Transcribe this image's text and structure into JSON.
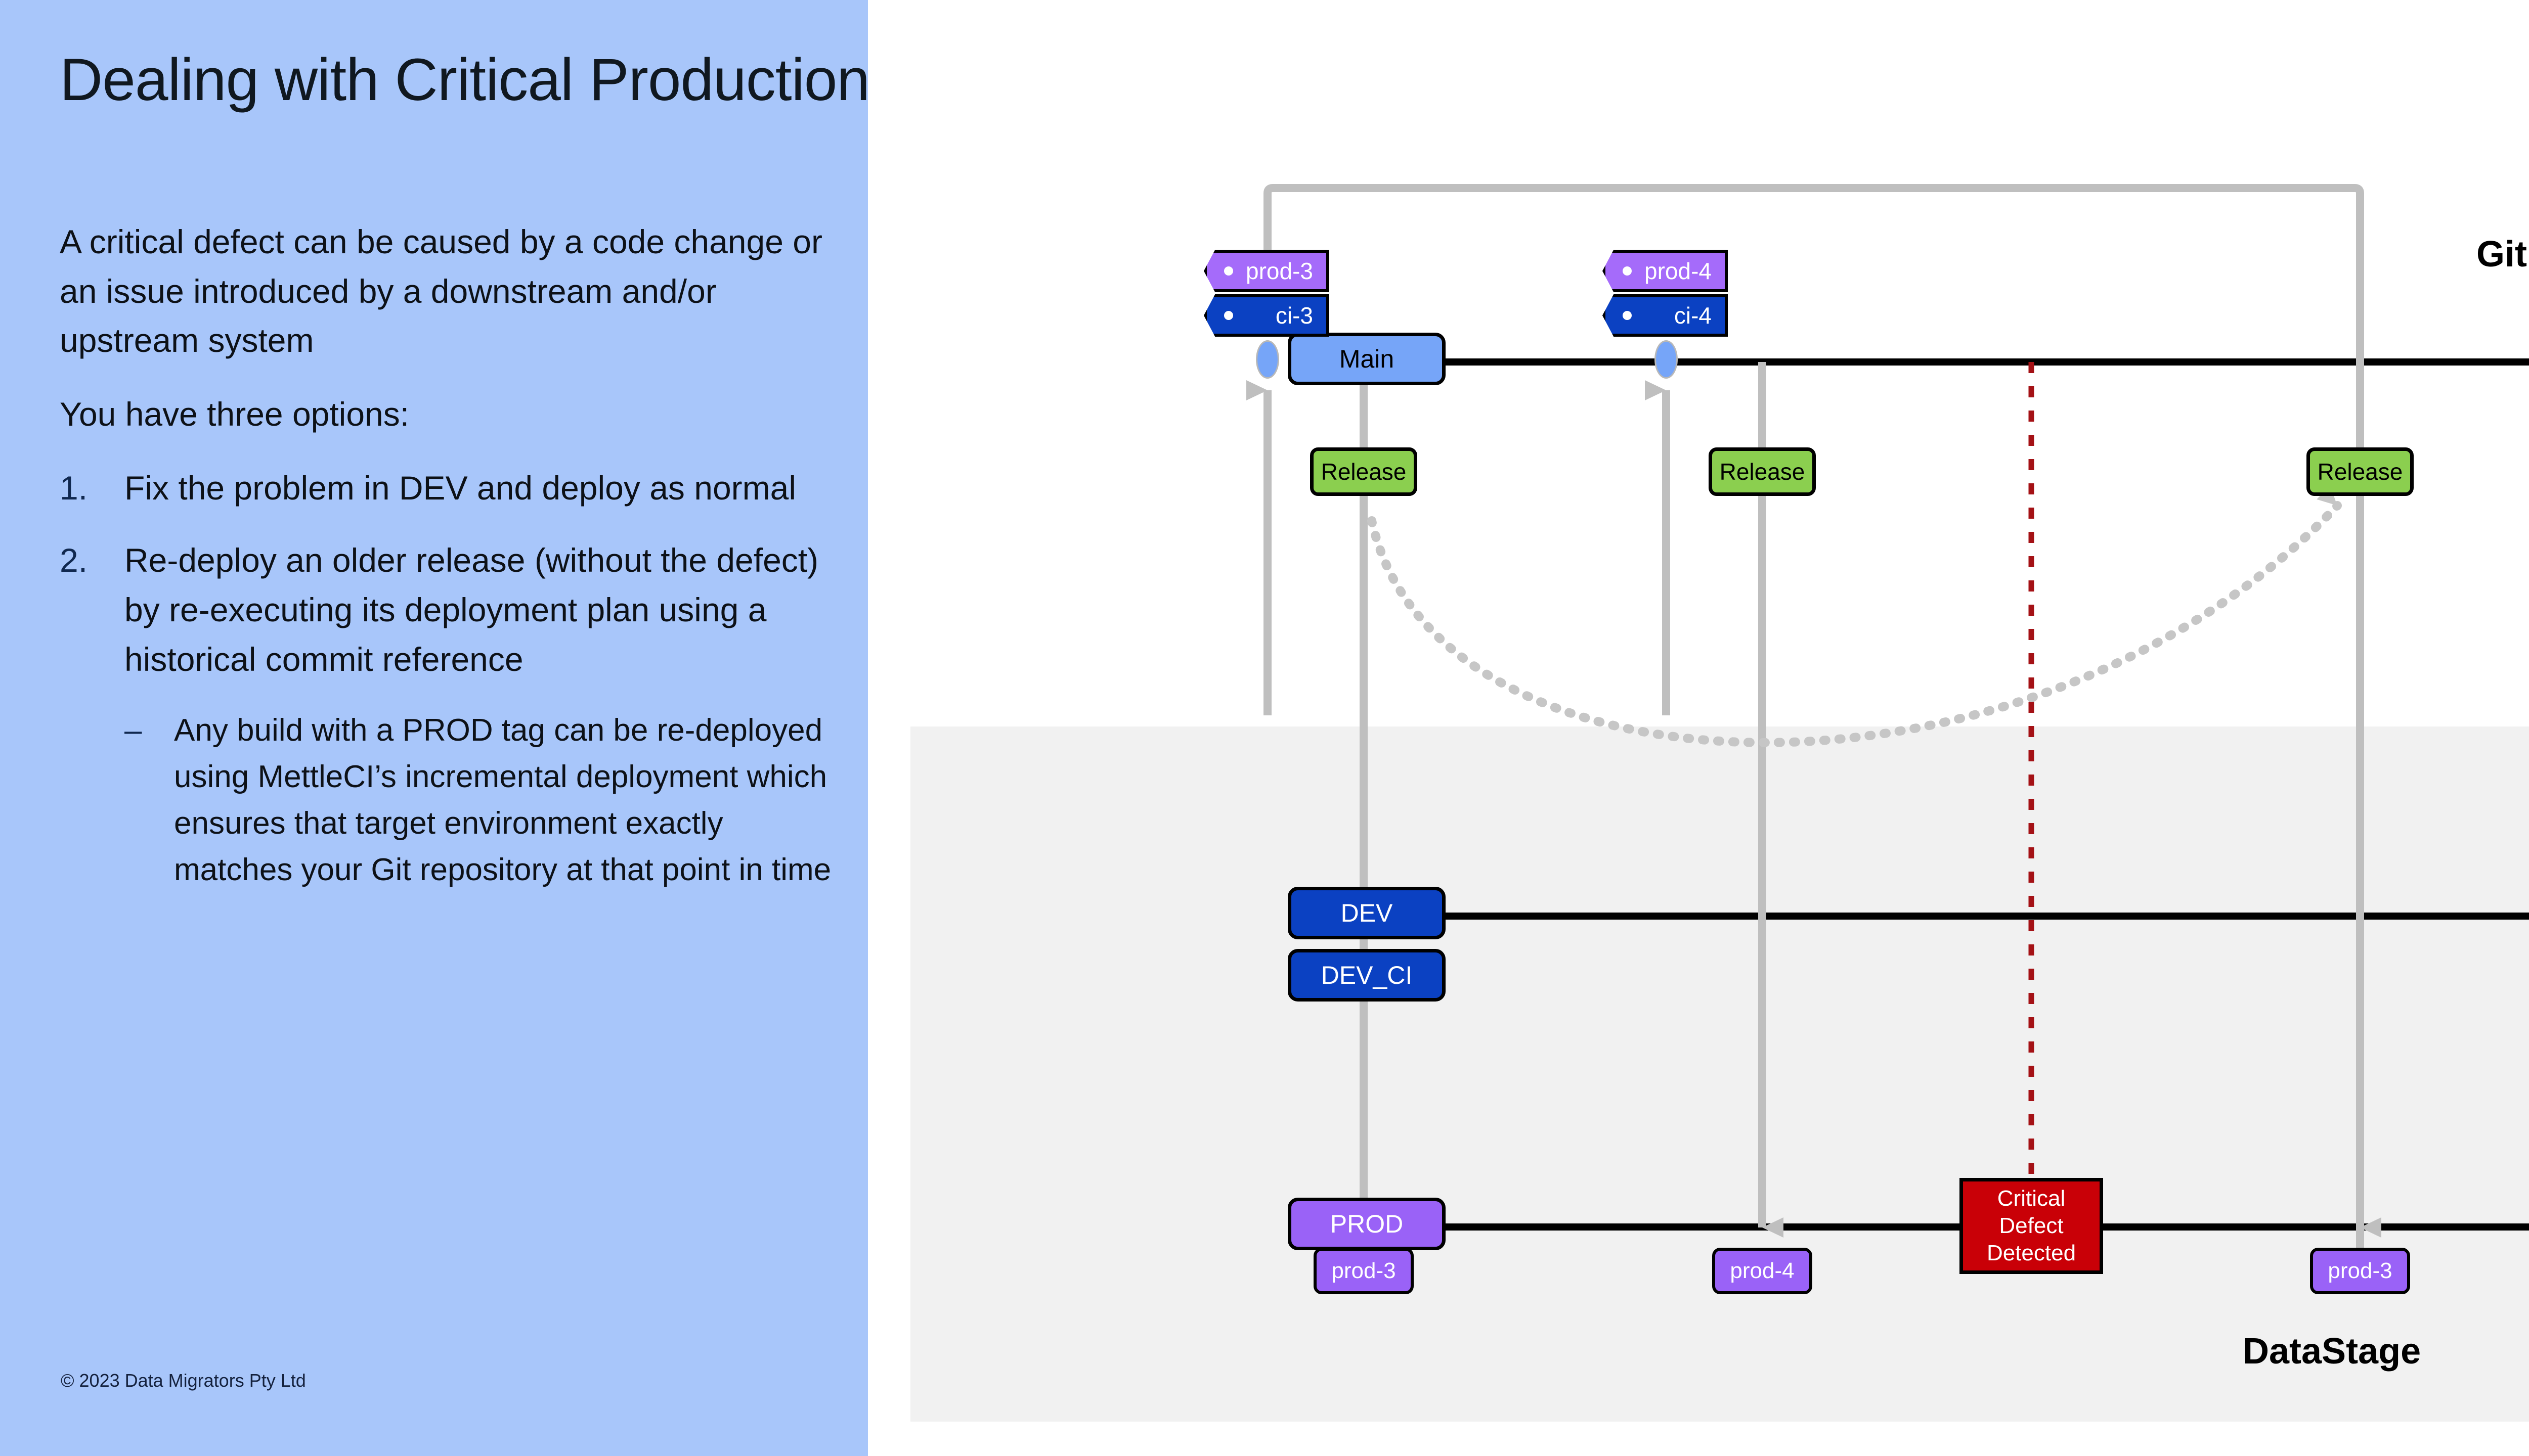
{
  "slide": {
    "title": "Dealing with Critical Production Defects",
    "footer": "© 2023 Data Migrators Pty Ltd",
    "background_color": "#a8c6fa"
  },
  "content": {
    "paragraphs": [
      "A critical defect can be caused by a code change or an issue introduced by a downstream and/or upstream system",
      "You have three options:"
    ],
    "numbered_items": [
      {
        "marker": "1.",
        "text": "Fix the problem in DEV and deploy as normal"
      },
      {
        "marker": "2.",
        "text": "Re-deploy an older release (without the defect) by re-executing its deployment plan using a historical commit reference"
      }
    ],
    "sub_items": [
      {
        "marker": "–",
        "text": "Any build with a PROD tag can be re-deployed using MettleCI’s incremental deployment which ensures that target environment exactly matches your Git repository at that point in time"
      }
    ]
  },
  "diagram": {
    "git_label": "Git",
    "datastage_label": "DataStage",
    "branches": [
      {
        "name": "Main",
        "label": "Main",
        "color": "#76a5f8",
        "text_color": "#000000"
      },
      {
        "name": "DEV",
        "label": "DEV",
        "color": "#0b41c2",
        "text_color": "#ffffff"
      },
      {
        "name": "DEV_CI",
        "label": "DEV_CI",
        "color": "#0b41c2",
        "text_color": "#ffffff"
      },
      {
        "name": "PROD",
        "label": "PROD",
        "color": "#9a62f7",
        "text_color": "#ffffff"
      }
    ],
    "git_tags": [
      {
        "label": "prod-3",
        "kind": "prod",
        "color": "#a56bfa"
      },
      {
        "label": "ci-3",
        "kind": "ci",
        "color": "#0b41c2"
      },
      {
        "label": "prod-4",
        "kind": "prod",
        "color": "#a56bfa"
      },
      {
        "label": "ci-4",
        "kind": "ci",
        "color": "#0b41c2"
      }
    ],
    "release_boxes": [
      {
        "label": "Release"
      },
      {
        "label": "Release"
      },
      {
        "label": "Release"
      }
    ],
    "prod_deploy_tags": [
      {
        "label": "prod-3"
      },
      {
        "label": "prod-4"
      },
      {
        "label": "prod-3"
      }
    ],
    "defect": {
      "line1": "Critical",
      "line2": "Defect",
      "line3": "Detected",
      "color": "#c90007"
    },
    "colors": {
      "panel_git": "#ffffff",
      "panel_datastage": "#f1f1f1",
      "connector": "#bfbfbf",
      "defect_marker": "#a41115",
      "branch_line": "#000000"
    }
  }
}
